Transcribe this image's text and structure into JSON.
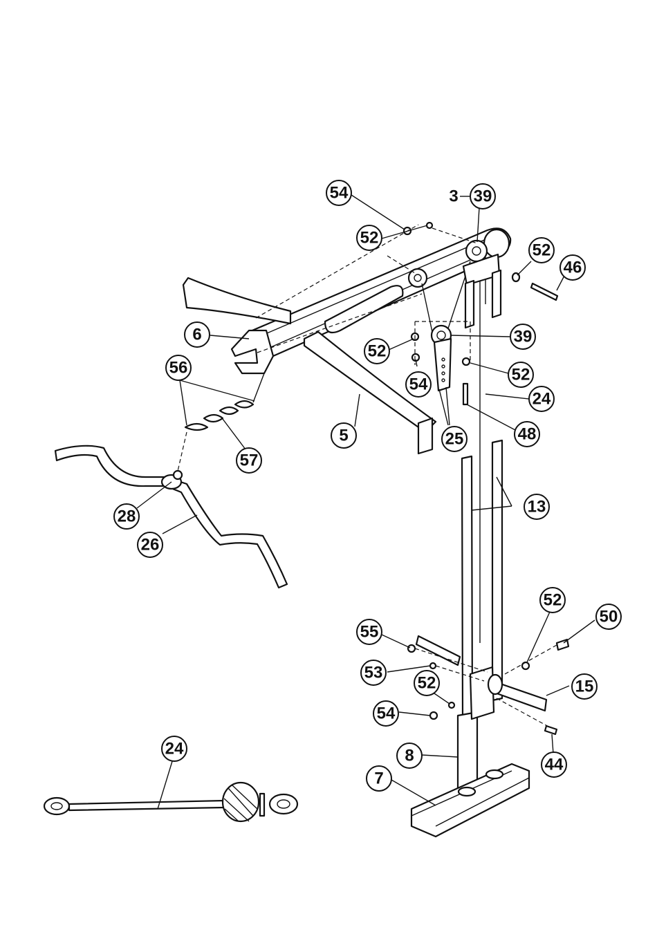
{
  "diagram": {
    "type": "exploded-parts-assembly",
    "callouts": [
      {
        "id": "c54a",
        "label": "54"
      },
      {
        "id": "c39a",
        "label": "39",
        "prefix": "3"
      },
      {
        "id": "c52a",
        "label": "52"
      },
      {
        "id": "c52b",
        "label": "52"
      },
      {
        "id": "c46",
        "label": "46"
      },
      {
        "id": "c6",
        "label": "6"
      },
      {
        "id": "c52c",
        "label": "52"
      },
      {
        "id": "c39b",
        "label": "39"
      },
      {
        "id": "c56",
        "label": "56"
      },
      {
        "id": "c54b",
        "label": "54"
      },
      {
        "id": "c52d",
        "label": "52"
      },
      {
        "id": "c24a",
        "label": "24"
      },
      {
        "id": "c5",
        "label": "5"
      },
      {
        "id": "c25",
        "label": "25"
      },
      {
        "id": "c48",
        "label": "48"
      },
      {
        "id": "c57",
        "label": "57"
      },
      {
        "id": "c13",
        "label": "13"
      },
      {
        "id": "c28",
        "label": "28"
      },
      {
        "id": "c26",
        "label": "26"
      },
      {
        "id": "c52e",
        "label": "52"
      },
      {
        "id": "c50",
        "label": "50"
      },
      {
        "id": "c55",
        "label": "55"
      },
      {
        "id": "c53",
        "label": "53"
      },
      {
        "id": "c52f",
        "label": "52"
      },
      {
        "id": "c15",
        "label": "15"
      },
      {
        "id": "c54c",
        "label": "54"
      },
      {
        "id": "c8",
        "label": "8"
      },
      {
        "id": "c44",
        "label": "44"
      },
      {
        "id": "c7",
        "label": "7"
      },
      {
        "id": "c24b",
        "label": "24"
      }
    ]
  }
}
